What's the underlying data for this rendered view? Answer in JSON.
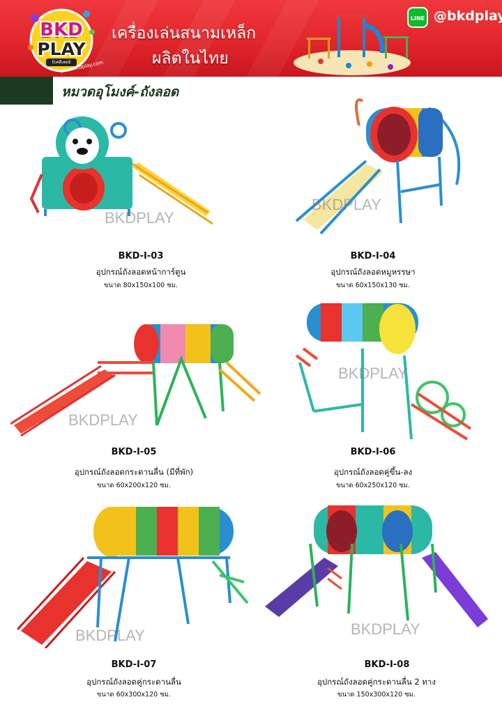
{
  "header": {
    "logo_line1": "BKD",
    "logo_line2": "PLAY",
    "logo_tag": "บีเคดีเพลย์",
    "logo_url": "www.bkdplay.com",
    "title_line1": "เครื่องเล่นสนามเหล็ก",
    "title_line2": "ผลิตในไทย",
    "line_label": "LINE",
    "handle": "@bkdplay"
  },
  "category": {
    "title": "หมวดอุโมงค์-ถังลอด"
  },
  "watermark": "BKDPLAY",
  "products": [
    {
      "code": "BKD-I-03",
      "name": "อุปกรณ์ถังลอดหน้าการ์ตูน",
      "size": "ขนาด 80x150x100 ซม."
    },
    {
      "code": "BKD-I-04",
      "name": "อุปกรณ์ถังลอดหมูหรรษา",
      "size": "ขนาด 60x150x130 ซม."
    },
    {
      "code": "BKD-I-05",
      "name": "อุปกรณ์ถังลอดกระดานลื่น (มีที่พัก)",
      "size": "ขนาด 60x200x120 ซม."
    },
    {
      "code": "BKD-I-06",
      "name": "อุปกรณ์ถังลอดคู่ขึ้น-ลง",
      "size": "ขนาด 60x250x120 ซม."
    },
    {
      "code": "BKD-I-07",
      "name": "อุปกรณ์ถังลอดคู่กระดานลื่น",
      "size": "ขนาด 60x300x120 ซม."
    },
    {
      "code": "BKD-I-08",
      "name": "อุปกรณ์ถังลอดคู่กระดานลื่น 2 ทาง",
      "size": "ขนาด 150x300x120 ซม."
    }
  ]
}
